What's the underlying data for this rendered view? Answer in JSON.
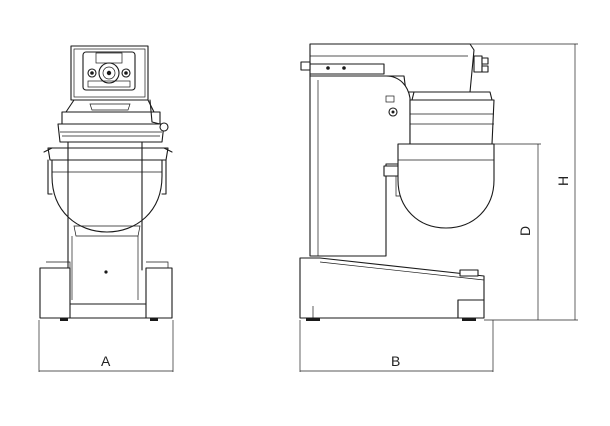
{
  "diagram": {
    "dimensions": {
      "width_front": "A",
      "width_side": "B",
      "bowl_height": "D",
      "total_height": "H"
    }
  }
}
